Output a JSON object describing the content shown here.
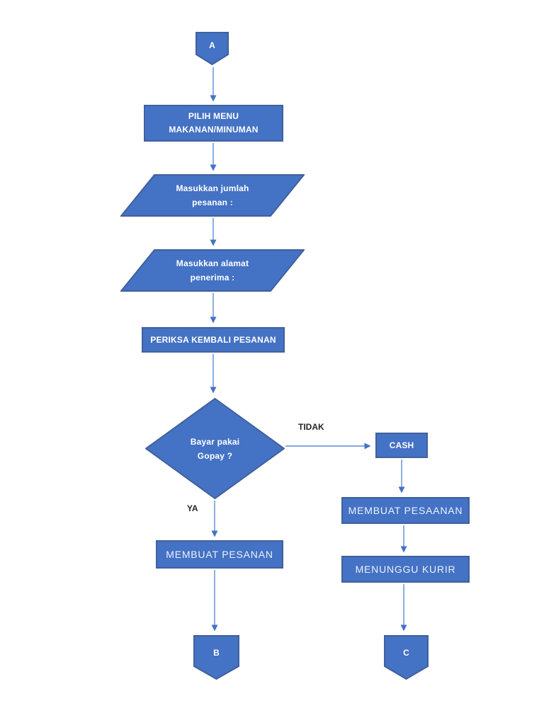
{
  "diagram": {
    "type": "flowchart",
    "language": "Indonesian",
    "topic": "Food/drink ordering and payment flow"
  },
  "colors": {
    "shape_fill": "#4472C4",
    "shape_border": "#41619C",
    "shape_text": "#FFFFFF",
    "connector_line": "#5B8BD5",
    "arrow_head": "#4472C4",
    "edge_label_text": "#262626",
    "page_background": "#FFFFFF"
  },
  "nodes": {
    "connector_a": {
      "type": "off-page-connector",
      "label": "A"
    },
    "process_pilih_menu": {
      "type": "process",
      "line1": "PILIH MENU",
      "line2": "MAKANAN/MINUMAN"
    },
    "io_jumlah": {
      "type": "input-output",
      "line1": "Masukkan jumlah",
      "line2": "pesanan :"
    },
    "io_alamat": {
      "type": "input-output",
      "line1": "Masukkan alamat",
      "line2": "penerima :"
    },
    "process_periksa": {
      "type": "process",
      "label": "PERIKSA KEMBALI PESANAN"
    },
    "decision_gopay": {
      "type": "decision",
      "line1": "Bayar pakai",
      "line2": "Gopay ?"
    },
    "process_cash": {
      "type": "process",
      "label": "CASH"
    },
    "process_membuat_pesaanan": {
      "type": "process",
      "label": "MEMBUAT PESAANAN"
    },
    "process_menunggu_kurir": {
      "type": "process",
      "label": "MENUNGGU KURIR"
    },
    "process_membuat_pesanan": {
      "type": "process",
      "label": "MEMBUAT PESANAN"
    },
    "connector_b": {
      "type": "off-page-connector",
      "label": "B"
    },
    "connector_c": {
      "type": "off-page-connector",
      "label": "C"
    }
  },
  "edges": {
    "tidak_label": "TIDAK",
    "ya_label": "YA"
  }
}
